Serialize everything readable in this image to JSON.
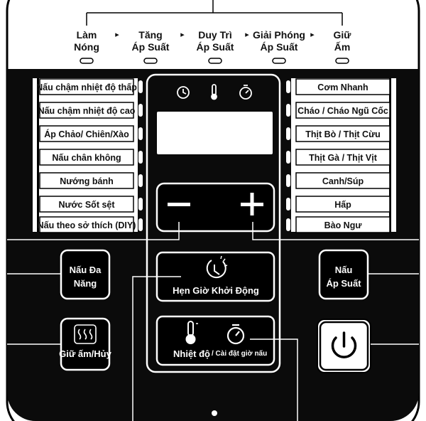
{
  "stages": [
    {
      "line1": "Làm",
      "line2": "Nóng"
    },
    {
      "line1": "Tăng",
      "line2": "Áp Suất"
    },
    {
      "line1": "Duy Trì",
      "line2": "Áp Suất"
    },
    {
      "line1": "Giải Phóng",
      "line2": "Áp Suất"
    },
    {
      "line1": "Giữ",
      "line2": "Ấm"
    }
  ],
  "stage_arrow": "▸",
  "left_programs": [
    "Nấu chậm nhiệt độ thấp",
    "Nấu chậm nhiệt độ cao",
    "Áp Chảo/ Chiên/Xào",
    "Nấu chân không",
    "Nướng bánh",
    "Nước Sốt sệt",
    "Nấu theo sở thích (DIY)"
  ],
  "right_programs": [
    "Cơm Nhanh",
    "Cháo / Cháo Ngũ Cốc",
    "Thịt Bò / Thịt Cừu",
    "Thịt Gà / Thịt Vịt",
    "Canh/Súp",
    "Hấp",
    "Bào Ngư"
  ],
  "controls": {
    "minus": "−",
    "plus": "+",
    "multi_cook": {
      "line1": "Nấu Đa",
      "line2": "Năng"
    },
    "pressure_cook": {
      "line1": "Nấu",
      "line2": "Áp Suất"
    },
    "delay_start": "Hẹn Giờ Khởi Động",
    "keep_warm": "Giữ ấm/Hủy",
    "temp": "Nhiệt độ",
    "cook_time": "/ Cài đặt giờ nấu"
  },
  "colors": {
    "panel": "#0b0b0b",
    "light_panel": "#ffffff",
    "display": "#ffffff",
    "button": "#000000"
  }
}
